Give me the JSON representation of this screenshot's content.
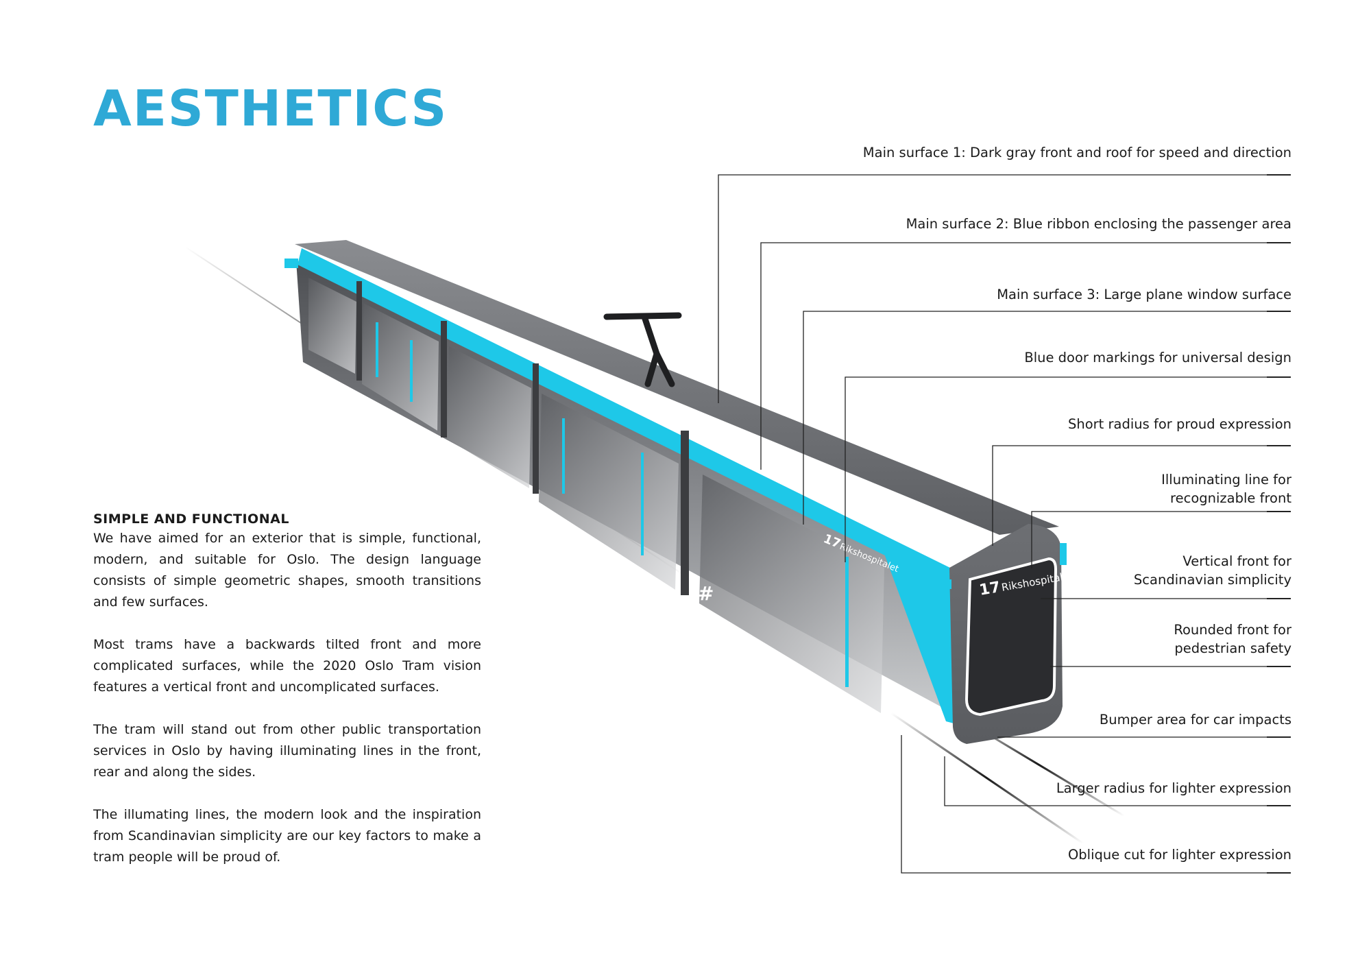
{
  "page": {
    "title": "AESTHETICS",
    "accent_color": "#2fa9d6",
    "tram_accent_color": "#1ec8e8"
  },
  "intro": {
    "heading": "SIMPLE AND FUNCTIONAL",
    "paragraphs": [
      "We have aimed for an exterior that is simple, functional, modern, and suitable for Oslo. The design language consists of simple geometric shapes, smooth transitions and few surfaces.",
      "Most trams have a backwards tilted front and more complicated surfaces, while the 2020 Oslo Tram vision features a vertical front and uncomplicated surfaces.",
      "The tram will stand out from other public transportation services in Oslo by having illuminating lines in the front, rear and along the sides.",
      "The illumating lines, the modern look and the inspiration from Scandinavian simplicity are our key factors to make a tram people will be proud of."
    ]
  },
  "tram": {
    "route_number": "17",
    "destination": "Rikshospitalet",
    "side_symbol": "#"
  },
  "callouts": [
    {
      "label": "Main surface 1: Dark gray front and roof for speed and direction"
    },
    {
      "label": "Main surface 2: Blue ribbon enclosing the passenger area"
    },
    {
      "label": "Main surface 3: Large plane window surface"
    },
    {
      "label": "Blue door markings for universal design"
    },
    {
      "label": "Short radius for proud expression"
    },
    {
      "label": "Illuminating line for\nrecognizable front"
    },
    {
      "label": "Vertical front for\nScandinavian simplicity"
    },
    {
      "label": "Rounded front for\npedestrian safety"
    },
    {
      "label": "Bumper area for car impacts"
    },
    {
      "label": "Larger radius for lighter expression"
    },
    {
      "label": "Oblique cut for lighter expression"
    }
  ]
}
